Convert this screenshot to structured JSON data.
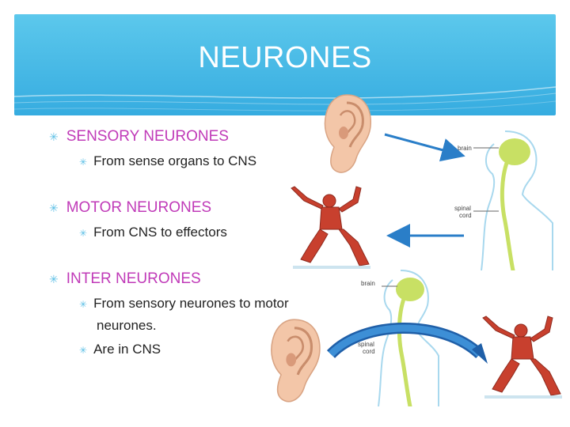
{
  "slide": {
    "title": "NEURONES",
    "sections": [
      {
        "heading": "SENSORY NEURONES",
        "points": [
          "From sense organs to CNS"
        ]
      },
      {
        "heading": "MOTOR NEURONES",
        "points": [
          "From CNS to effectors"
        ]
      },
      {
        "heading": "INTER NEURONES",
        "points": [
          "From sensory neurones to motor",
          "neurones.",
          "Are in CNS"
        ]
      }
    ],
    "bullet_glyph": "✳",
    "diagram_labels": {
      "brain": "brain",
      "spinal_cord_line1": "spinal",
      "spinal_cord_line2": "cord"
    },
    "colors": {
      "header": "#36ace0",
      "heading_text": "#c03ab8",
      "bullet": "#5ec0e6",
      "arrow": "#2a7ec8",
      "nervous_system": "#c8e064",
      "skin": "#f3c6a8",
      "muscle": "#c8402e"
    }
  }
}
